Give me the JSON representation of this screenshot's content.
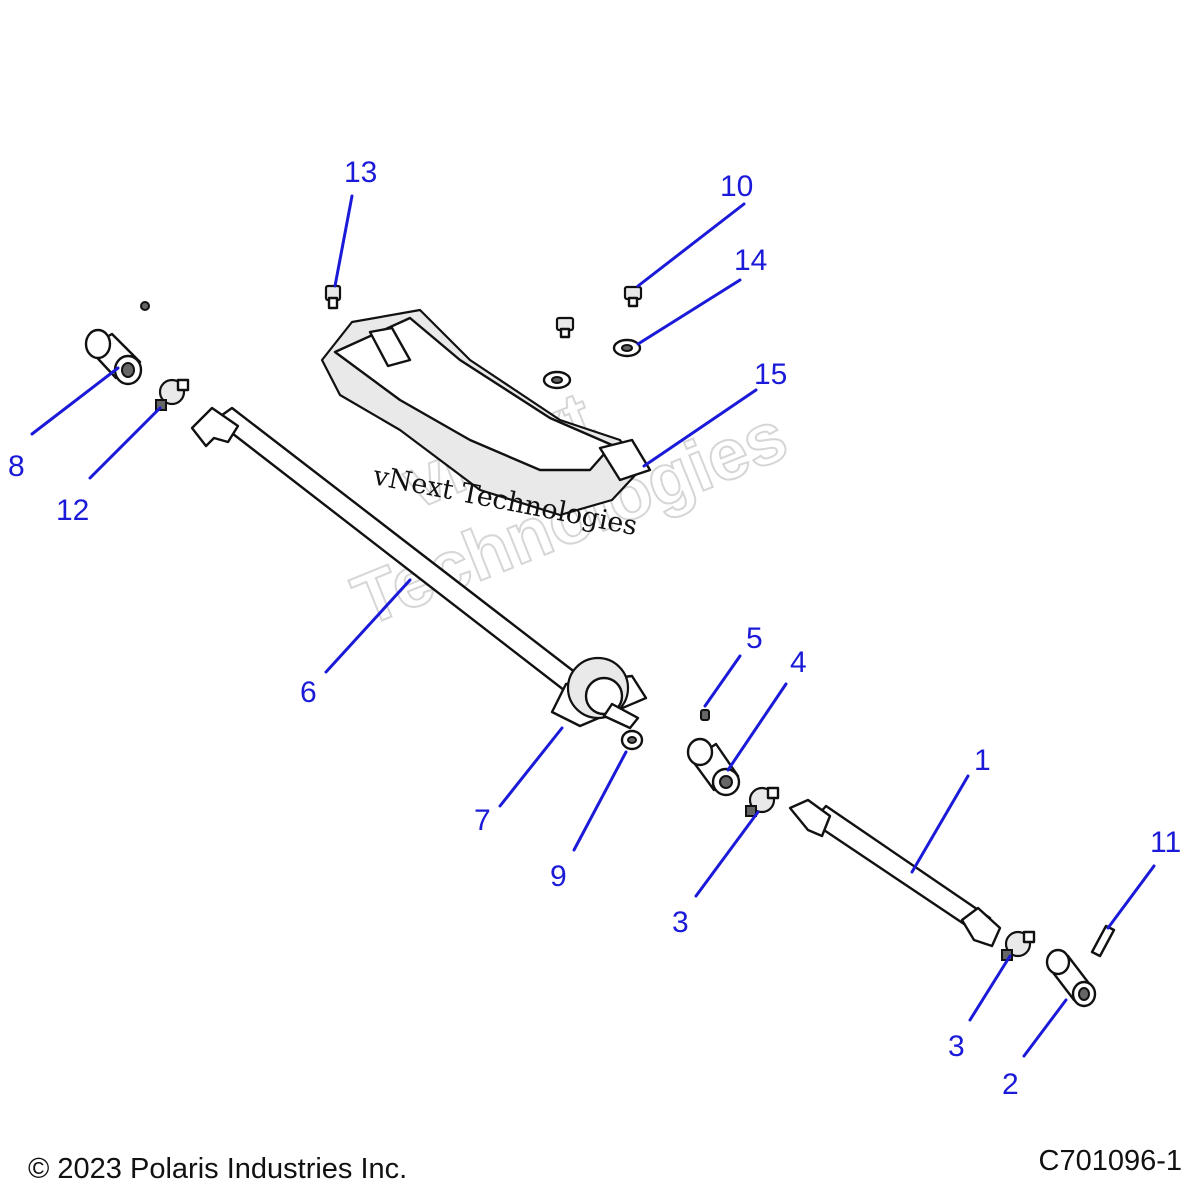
{
  "watermark": {
    "line1": "vNext",
    "line2": "Technologies",
    "serif_text": "vNext Technologies"
  },
  "footer": {
    "copyright": "© 2023 Polaris Industries Inc.",
    "diagram_code": "C701096-1"
  },
  "callouts": [
    {
      "id": "c13",
      "label": "13"
    },
    {
      "id": "c10",
      "label": "10"
    },
    {
      "id": "c14",
      "label": "14"
    },
    {
      "id": "c15",
      "label": "15"
    },
    {
      "id": "c8",
      "label": "8"
    },
    {
      "id": "c12",
      "label": "12"
    },
    {
      "id": "c6",
      "label": "6"
    },
    {
      "id": "c5",
      "label": "5"
    },
    {
      "id": "c4",
      "label": "4"
    },
    {
      "id": "c7",
      "label": "7"
    },
    {
      "id": "c9",
      "label": "9"
    },
    {
      "id": "c3a",
      "label": "3"
    },
    {
      "id": "c1",
      "label": "1"
    },
    {
      "id": "c11",
      "label": "11"
    },
    {
      "id": "c3b",
      "label": "3"
    },
    {
      "id": "c2",
      "label": "2"
    }
  ],
  "colors": {
    "callout": "#1a1ad8",
    "linework": "#111111",
    "watermark": "#d6d6d6"
  }
}
